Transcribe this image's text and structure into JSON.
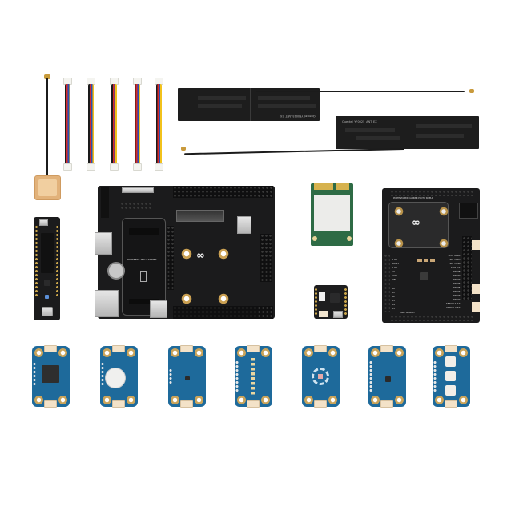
{
  "image": {
    "kind": "product-photo",
    "background": "#ffffff",
    "description": "Flat-lay product kit: Arduino Portenta main board, mid carrier board, proto shield, cellular modem card, Nicla board, GPS antenna, two flat cellular antennas, five Qwiic/JST cables and seven blue sensor modules"
  },
  "components": {
    "gps_antenna": {
      "name": "GPS patch antenna",
      "color": "#e2b27a"
    },
    "cables": [
      {
        "name": "cable-1"
      },
      {
        "name": "cable-2"
      },
      {
        "name": "cable-3"
      },
      {
        "name": "cable-4"
      },
      {
        "name": "cable-5"
      }
    ],
    "flat_antennas": [
      {
        "name": "flat-antenna-1",
        "label": "Quectel_YF0025_ANT_EX"
      },
      {
        "name": "flat-antenna-2",
        "label": "Quectel_YF0025_ANT_EX"
      }
    ],
    "main_board": {
      "name": "Portenta board"
    },
    "carrier_board": {
      "name": "Portenta Mid Carrier",
      "silk_label": "PORTENTA MID CARRIER"
    },
    "modem_card": {
      "name": "Mini PCIe cellular modem"
    },
    "nicla_board": {
      "name": "Nicla board"
    },
    "proto_shield": {
      "name": "Portenta Mid Carrier Proto Shield",
      "silk_title": "PORTENTA MID CARRIER PROTO SHIELD",
      "left_labels": [
        "3.3V",
        "PWM1",
        "3.3V",
        "5V",
        "GND",
        "VIN",
        "A0",
        "A1",
        "A2",
        "A3",
        "A4",
        "A5"
      ],
      "right_labels": [
        "SPI1 SCLK",
        "SPI1 CIPO",
        "SPI1 COPI",
        "SPI1 CS",
        "PWM8",
        "PWM9",
        "PWM7",
        "PWM6",
        "PWM5",
        "PWM4",
        "PWM3",
        "PWM2",
        "SERIAL2 RX",
        "SERIAL2 TX"
      ],
      "bottom_label": "MKR SHIELD"
    },
    "sensor_modules": [
      {
        "name": "module-1",
        "feature": "square-chip"
      },
      {
        "name": "module-2",
        "feature": "rotary-knob"
      },
      {
        "name": "module-3",
        "feature": "small-sensor"
      },
      {
        "name": "module-4",
        "feature": "led-bar"
      },
      {
        "name": "module-5",
        "feature": "touch-pad"
      },
      {
        "name": "module-6",
        "feature": "imu-sensor"
      },
      {
        "name": "module-7",
        "feature": "three-buttons"
      }
    ]
  }
}
